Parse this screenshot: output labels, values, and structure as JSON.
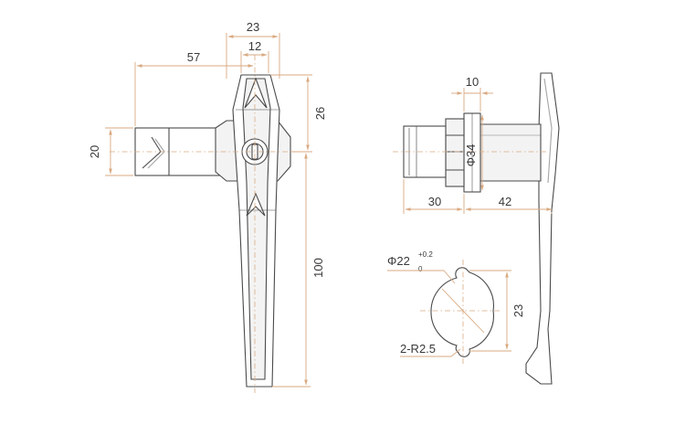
{
  "dimensions": {
    "d23_top": "23",
    "d12": "12",
    "d57": "57",
    "d26": "26",
    "d20": "20",
    "d100": "100",
    "d10": "10",
    "phi34": "Φ34",
    "d30": "30",
    "d42": "42",
    "phi22": "Φ22",
    "tol_upper": "+0.2",
    "tol_lower": "0",
    "d23_right": "23",
    "radius": "2-R2.5"
  },
  "colors": {
    "dimension_line": "#d9aa82",
    "outline": "#4a4a4a"
  }
}
